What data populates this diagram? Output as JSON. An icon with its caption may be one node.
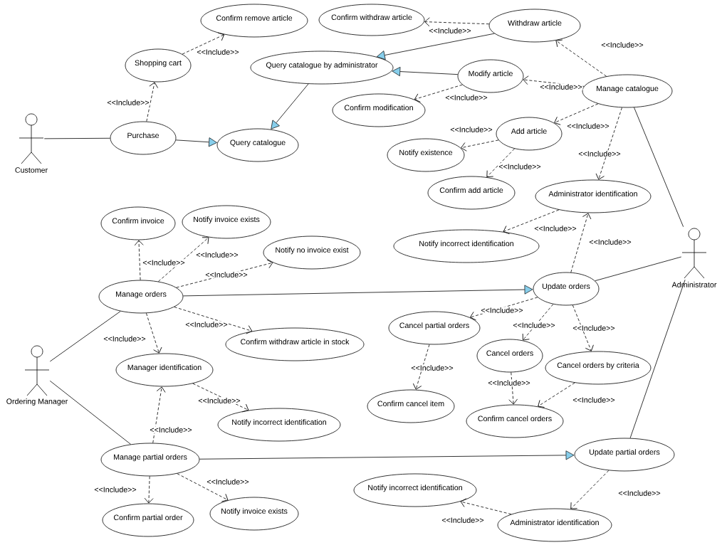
{
  "diagram": {
    "nodes": [
      {
        "text": [
          "Customer"
        ]
      },
      {
        "text": [
          "Confirm remove article"
        ]
      },
      {
        "text": [
          "Shopping cart"
        ]
      },
      {
        "text": [
          "Purchase"
        ]
      },
      {
        "text": [
          "Query catalogue"
        ]
      },
      {
        "text": [
          "Query catalogue by administrator"
        ]
      },
      {
        "text": [
          "Confirm withdraw article"
        ]
      },
      {
        "text": [
          "Withdraw article"
        ]
      },
      {
        "text": [
          "Modify article"
        ]
      },
      {
        "text": [
          "Confirm modification"
        ]
      },
      {
        "text": [
          "Manage catalogue"
        ]
      },
      {
        "text": [
          "Add article"
        ]
      },
      {
        "text": [
          "Notify existence"
        ]
      },
      {
        "text": [
          "Confirm add article"
        ]
      },
      {
        "text": [
          "Administrator identification"
        ]
      },
      {
        "text": [
          "Notify incorrect identification"
        ]
      },
      {
        "text": [
          "Administrator"
        ]
      },
      {
        "text": [
          "Confirm invoice"
        ]
      },
      {
        "text": [
          "Notify invoice exists"
        ]
      },
      {
        "text": [
          "Notify no invoice exist"
        ]
      },
      {
        "text": [
          "Manage orders"
        ]
      },
      {
        "text": [
          "Update orders"
        ]
      },
      {
        "text": [
          "Confirm withdraw article in stock"
        ]
      },
      {
        "text": [
          "Ordering Manager"
        ]
      },
      {
        "text": [
          "Manager identification"
        ]
      },
      {
        "text": [
          "Cancel partial orders"
        ]
      },
      {
        "text": [
          "Cancel orders"
        ]
      },
      {
        "text": [
          "Cancel orders by criteria"
        ]
      },
      {
        "text": [
          "Confirm cancel item"
        ]
      },
      {
        "text": [
          "Confirm cancel orders"
        ]
      },
      {
        "text": [
          "Notify incorrect identification"
        ]
      },
      {
        "text": [
          "Manage partial orders"
        ]
      },
      {
        "text": [
          "Update partial orders"
        ]
      },
      {
        "text": [
          "Notify incorrect identification"
        ]
      },
      {
        "text": [
          "Confirm partial order"
        ]
      },
      {
        "text": [
          "Notify invoice exists"
        ]
      },
      {
        "text": [
          "Administrator identification"
        ]
      }
    ],
    "edges": [
      {
        "from": 0,
        "to": 3,
        "arrow": "none"
      },
      {
        "from": 3,
        "to": 2,
        "arrow": "to",
        "style": "dashed",
        "label": "<<Include>>"
      },
      {
        "from": 2,
        "to": 1,
        "arrow": "to",
        "style": "dashed",
        "label": "<<Include>>"
      },
      {
        "from": 3,
        "to": 4,
        "arrow": "to"
      },
      {
        "from": 5,
        "to": 4,
        "arrow": "to"
      },
      {
        "from": 7,
        "to": 5,
        "arrow": "to"
      },
      {
        "from": 8,
        "to": 5,
        "arrow": "to"
      },
      {
        "from": 7,
        "to": 6,
        "arrow": "to",
        "style": "dashed",
        "label": "<<Include>>"
      },
      {
        "from": 10,
        "to": 7,
        "arrow": "to",
        "style": "dashed",
        "label": "<<Include>>"
      },
      {
        "from": 10,
        "to": 8,
        "arrow": "to",
        "style": "dashed",
        "label": "<<Include>>"
      },
      {
        "from": 8,
        "to": 9,
        "arrow": "to",
        "style": "dashed",
        "label": "<<Include>>"
      },
      {
        "from": 10,
        "to": 11,
        "arrow": "to",
        "style": "dashed",
        "label": "<<Include>>"
      },
      {
        "from": 11,
        "to": 12,
        "arrow": "to",
        "style": "dashed",
        "label": "<<Include>>"
      },
      {
        "from": 11,
        "to": 13,
        "arrow": "to",
        "style": "dashed",
        "label": "<<Include>>"
      },
      {
        "from": 10,
        "to": 14,
        "arrow": "to",
        "style": "dashed",
        "label": "<<Include>>"
      },
      {
        "from": 14,
        "to": 15,
        "arrow": "to",
        "style": "dashed",
        "label": "<<Include>>"
      },
      {
        "from": 21,
        "to": 14,
        "arrow": "to",
        "style": "dashed",
        "label": "<<Include>>"
      },
      {
        "from": 16,
        "to": 10,
        "arrow": "none"
      },
      {
        "from": 16,
        "to": 21,
        "arrow": "none"
      },
      {
        "from": 16,
        "to": 32,
        "arrow": "none"
      },
      {
        "from": 20,
        "to": 17,
        "arrow": "to",
        "style": "dashed",
        "label": "<<Include>>"
      },
      {
        "from": 20,
        "to": 18,
        "arrow": "to",
        "style": "dashed",
        "label": "<<Include>>"
      },
      {
        "from": 20,
        "to": 19,
        "arrow": "to",
        "style": "dashed",
        "label": "<<Include>>"
      },
      {
        "from": 20,
        "to": 22,
        "arrow": "to",
        "style": "dashed",
        "label": "<<Include>>"
      },
      {
        "from": 20,
        "to": 24,
        "arrow": "to",
        "style": "dashed",
        "label": "<<Include>>"
      },
      {
        "from": 20,
        "to": 21,
        "arrow": "to"
      },
      {
        "from": 23,
        "to": 20,
        "arrow": "none"
      },
      {
        "from": 23,
        "to": 31,
        "arrow": "none"
      },
      {
        "from": 24,
        "to": 30,
        "arrow": "to",
        "style": "dashed",
        "label": "<<Include>>"
      },
      {
        "from": 31,
        "to": 24,
        "arrow": "to",
        "style": "dashed",
        "label": "<<Include>>"
      },
      {
        "from": 31,
        "to": 32,
        "arrow": "to"
      },
      {
        "from": 31,
        "to": 34,
        "arrow": "to",
        "style": "dashed",
        "label": "<<Include>>"
      },
      {
        "from": 31,
        "to": 35,
        "arrow": "to",
        "style": "dashed",
        "label": "<<Include>>"
      },
      {
        "from": 21,
        "to": 25,
        "arrow": "to",
        "style": "dashed",
        "label": "<<Include>>"
      },
      {
        "from": 21,
        "to": 26,
        "arrow": "to",
        "style": "dashed",
        "label": "<<Include>>"
      },
      {
        "from": 21,
        "to": 27,
        "arrow": "to",
        "style": "dashed",
        "label": "<<Include>>"
      },
      {
        "from": 25,
        "to": 28,
        "arrow": "to",
        "style": "dashed",
        "label": "<<Include>>"
      },
      {
        "from": 26,
        "to": 29,
        "arrow": "to",
        "style": "dashed",
        "label": "<<Include>>"
      },
      {
        "from": 27,
        "to": 29,
        "arrow": "to",
        "style": "dashed",
        "label": "<<Include>>"
      },
      {
        "from": 32,
        "to": 36,
        "arrow": "to",
        "style": "dashed",
        "label": "<<Include>>"
      },
      {
        "from": 36,
        "to": 33,
        "arrow": "to",
        "style": "dashed",
        "label": "<<Include>>"
      }
    ]
  }
}
